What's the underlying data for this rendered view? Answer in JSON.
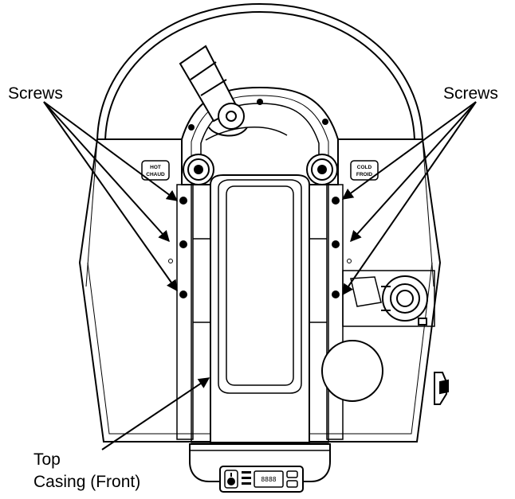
{
  "labels": {
    "screws_left": "Screws",
    "screws_right": "Screws",
    "top_casing_line1": "Top",
    "top_casing_line2": "Casing (Front)",
    "hot_line1": "HOT",
    "hot_line2": "CHAUD",
    "cold_line1": "COLD",
    "cold_line2": "FROID",
    "display_readout": "8888"
  },
  "colors": {
    "line": "#000000",
    "fill": "#ffffff"
  }
}
